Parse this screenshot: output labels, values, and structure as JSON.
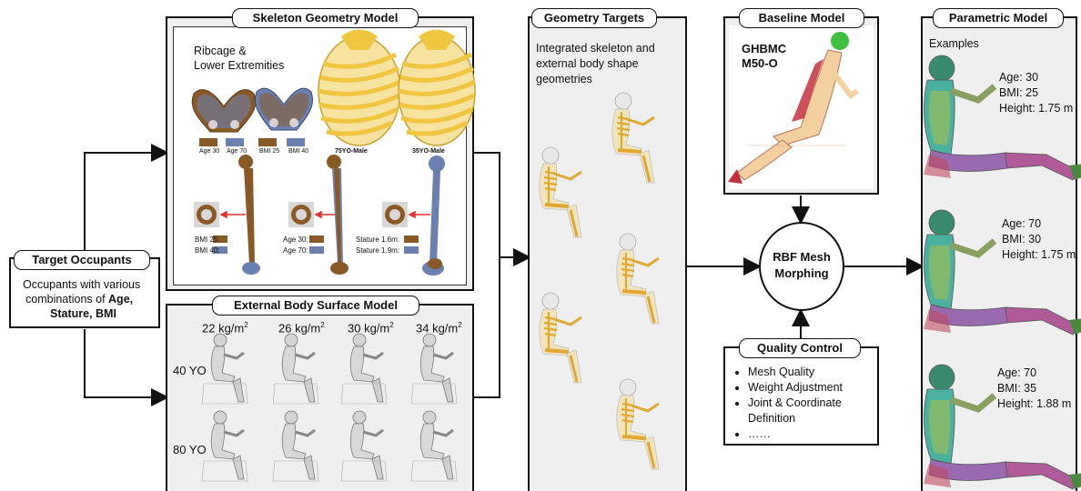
{
  "target_occupants": {
    "title": "Target Occupants",
    "line1": "Occupants with various",
    "line2_prefix": "combinations of ",
    "line2_bold": "Age,",
    "line3_bold": "Stature, BMI"
  },
  "skeleton": {
    "title": "Skeleton Geometry Model",
    "ribcage_label_1": "Ribcage &",
    "ribcage_label_2": "Lower Extremities",
    "pelvis_legend": [
      "Age 30",
      "Age 70",
      "BMI 25",
      "BMI 40"
    ],
    "rib_captions": [
      "75YO-Male",
      "35YO-Male"
    ],
    "femur_legend_1": [
      "BMI 25:",
      "BMI 40:"
    ],
    "femur_legend_2": [
      "Age 30:",
      "Age 70:"
    ],
    "femur_legend_3": [
      "Stature 1.6m:",
      "Stature 1.9m:"
    ]
  },
  "external": {
    "title": "External Body Surface Model",
    "columns": [
      "22 kg/m",
      "26 kg/m",
      "30 kg/m",
      "34 kg/m"
    ],
    "superscript": "2",
    "rows": [
      "40 YO",
      "80 YO"
    ]
  },
  "geometry_targets": {
    "title": "Geometry Targets",
    "description": [
      "Integrated skeleton and",
      "external body shape",
      "geometries"
    ]
  },
  "baseline": {
    "title": "Baseline Model",
    "model_line1": "GHBMC",
    "model_line2": "M50-O"
  },
  "rbf": {
    "line1": "RBF Mesh",
    "line2": "Morphing"
  },
  "quality": {
    "title": "Quality Control",
    "items": [
      "Mesh Quality",
      "Weight Adjustment",
      "Joint & Coordinate",
      "Definition",
      "……"
    ]
  },
  "parametric": {
    "title": "Parametric Model",
    "subtitle": "Examples",
    "examples": [
      {
        "age": "Age: 30",
        "bmi": "BMI: 25",
        "height": "Height: 1.75 m"
      },
      {
        "age": "Age: 70",
        "bmi": "BMI: 30",
        "height": "Height: 1.75 m"
      },
      {
        "age": "Age: 70",
        "bmi": "BMI: 35",
        "height": "Height: 1.88 m"
      }
    ]
  },
  "colors": {
    "panel_bg": "#efefef",
    "border": "#111111",
    "bone_brown": "#8a5a26",
    "bone_blue": "#6b7fb0",
    "rib_yellow": "#f0c640",
    "skeleton_gold": "#e0a830",
    "arrow_red": "#e03030",
    "head_green": "#3fbf3f"
  }
}
